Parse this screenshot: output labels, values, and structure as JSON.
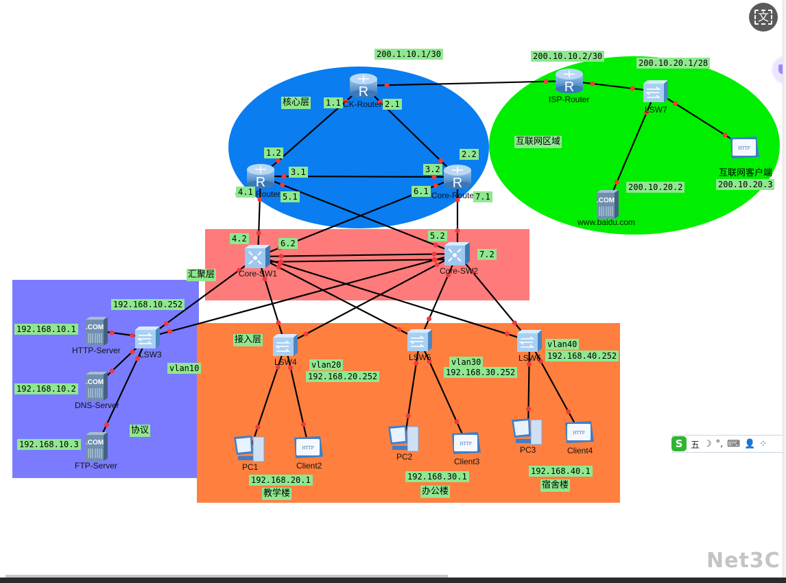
{
  "zones": {
    "core": {
      "label": "核心层",
      "color": "#0a7df0"
    },
    "internet": {
      "label": "互联网区域",
      "color": "#00ee00"
    },
    "aggregation": {
      "label": "汇聚层",
      "color": "#ff7b7b"
    },
    "servers": {
      "label": "协议",
      "color": "#7b7bff"
    },
    "access": {
      "label": "接入层",
      "color": "#ff7f3f"
    }
  },
  "devices": {
    "ck_router": {
      "name": "CK-Router",
      "type": "router"
    },
    "core_router1": {
      "name": "Core-Router1",
      "type": "router"
    },
    "core_router2": {
      "name": "Core-Router2",
      "type": "router"
    },
    "isp_router": {
      "name": "ISP-Router",
      "type": "router"
    },
    "lsw7": {
      "name": "LSW7",
      "type": "switch"
    },
    "baidu": {
      "name": "www.baidu.com",
      "type": "server"
    },
    "inet_client": {
      "name": "互联网客户端",
      "type": "http-client"
    },
    "core_sw1": {
      "name": "Core-SW1",
      "type": "l3-switch"
    },
    "core_sw2": {
      "name": "Core-SW2",
      "type": "l3-switch"
    },
    "lsw3": {
      "name": "LSW3",
      "type": "switch"
    },
    "http_server": {
      "name": "HTTP-Server",
      "type": "server"
    },
    "dns_server": {
      "name": "DNS-Server",
      "type": "server"
    },
    "ftp_server": {
      "name": "FTP-Server",
      "type": "server"
    },
    "lsw4": {
      "name": "LSW4",
      "type": "switch"
    },
    "lsw5": {
      "name": "LSW5",
      "type": "switch"
    },
    "lsw6": {
      "name": "LSW6",
      "type": "switch"
    },
    "pc1": {
      "name": "PC1",
      "type": "pc"
    },
    "client2": {
      "name": "Client2",
      "type": "http-client"
    },
    "pc2": {
      "name": "PC2",
      "type": "pc"
    },
    "client3": {
      "name": "Client3",
      "type": "http-client"
    },
    "pc3": {
      "name": "PC3",
      "type": "pc"
    },
    "client4": {
      "name": "Client4",
      "type": "http-client"
    }
  },
  "labels": {
    "ck_wan": "200.1.10.1/30",
    "isp_wan": "200.10.10.2/30",
    "isp_lan": "200.10.20.1/28",
    "baidu_ip": "200.10.20.2",
    "inet_client_ip": "200.10.20.3",
    "l1_1": "1.1",
    "l2_1": "2.1",
    "l1_2": "1.2",
    "l2_2": "2.2",
    "l3_1": "3.1",
    "l3_2": "3.2",
    "l4_1": "4.1",
    "l5_1": "5.1",
    "l6_1": "6.1",
    "l7_1": "7.1",
    "l4_2": "4.2",
    "l6_2": "6.2",
    "l5_2": "5.2",
    "l7_2": "7.2",
    "vlan10_gw": "192.168.10.252",
    "http_ip": "192.168.10.1",
    "dns_ip": "192.168.10.2",
    "ftp_ip": "192.168.10.3",
    "vlan10": "vlan10",
    "vlan20": "vlan20",
    "vlan20_gw": "192.168.20.252",
    "vlan30": "vlan30",
    "vlan30_gw": "192.168.30.252",
    "vlan40": "vlan40",
    "vlan40_gw": "192.168.40.252",
    "pc1_ip": "192.168.20.1",
    "pc2_ip": "192.168.30.1",
    "pc3_ip": "192.168.40.1",
    "bldg_teaching": "教学楼",
    "bldg_office": "办公楼",
    "bldg_dorm": "宿舍楼"
  },
  "overlay": {
    "translate_icon": "文",
    "ime": {
      "logo": "S",
      "items": [
        "五",
        "☽",
        "°,",
        "⌨",
        "👤",
        "⁘"
      ]
    },
    "watermark": "Net3C"
  }
}
